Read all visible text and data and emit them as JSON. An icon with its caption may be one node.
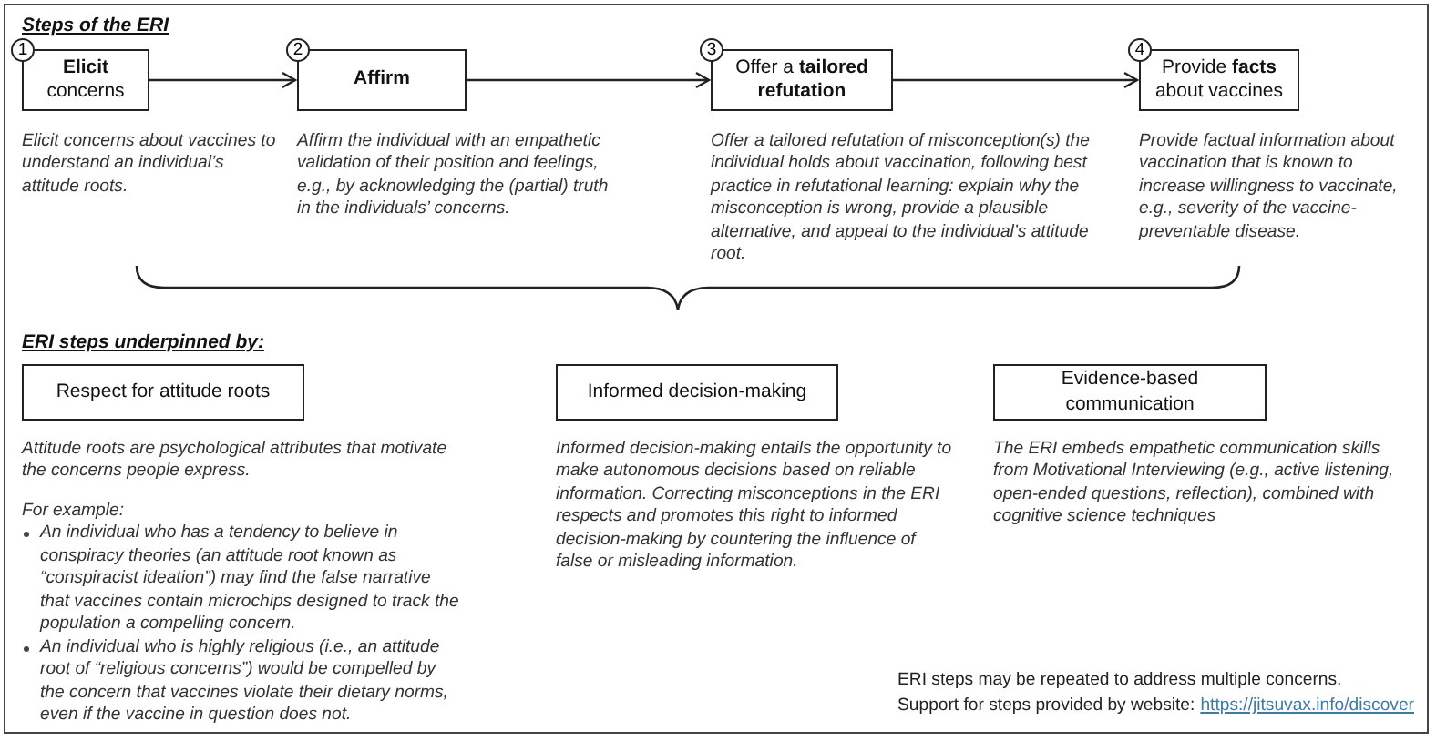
{
  "diagram": {
    "nodes": [
      {
        "text": [
          "**Elicit** concerns"
        ],
        "beside": [
          "1",
          "Elicit concerns about vaccines to understand an individual’s attitude roots."
        ]
      },
      {
        "text": [
          "Affirm"
        ],
        "beside": [
          "2",
          "Affirm the individual with an empathetic validation of their position and feelings, e.g., by acknowledging the (partial) truth in the individuals’ concerns."
        ]
      },
      {
        "text": [
          "Offer a **tailored refutation**"
        ],
        "beside": [
          "3",
          "Offer a tailored refutation of misconception(s) the individual holds about vaccination, following best practice in refutational learning: explain why the misconception is wrong, provide a plausible alternative, and appeal to the individual’s attitude root."
        ]
      },
      {
        "text": [
          "Provide **facts** about vaccines"
        ],
        "beside": [
          "4",
          "Provide factual information about vaccination that is known to increase willingness to vaccinate, e.g., severity of the vaccine-preventable disease."
        ]
      },
      {
        "text": [
          "Respect for attitude roots"
        ],
        "beside": [
          "Attitude roots are psychological attributes that motivate the concerns people express.",
          "For example:",
          "An individual who has a tendency to believe in conspiracy theories (an attitude root known as “conspiracist ideation”) may find the false narrative that vaccines contain microchips designed to track the population a compelling concern.",
          "An individual who is highly religious (i.e., an attitude root of “religious concerns”) would be compelled by the concern that vaccines violate their dietary norms, even if the vaccine in question does not."
        ]
      },
      {
        "text": [
          "Informed decision-making"
        ],
        "beside": [
          "Informed decision-making entails the opportunity to make autonomous decisions based on reliable information. Correcting misconceptions in the ERI respects and promotes this right to informed decision-making by countering the influence of false or misleading information."
        ]
      },
      {
        "text": [
          "Evidence-based communication"
        ],
        "beside": [
          "The ERI embeds empathetic communication skills from Motivational Interviewing (e.g., active listening, open-ended questions, reflection), combined with cognitive science techniques"
        ]
      }
    ],
    "edges": [
      {
        "from": 0,
        "to": 1,
        "arrow": "to"
      },
      {
        "from": 1,
        "to": 2,
        "arrow": "to"
      },
      {
        "from": 2,
        "to": 3,
        "arrow": "to"
      }
    ],
    "labels": [
      "Steps of the ERI",
      "ERI steps underpinned by:",
      "ERI steps may be repeated to address multiple concerns.",
      "Support for steps provided by website:",
      "https://jitsuvax.info/discover"
    ]
  }
}
